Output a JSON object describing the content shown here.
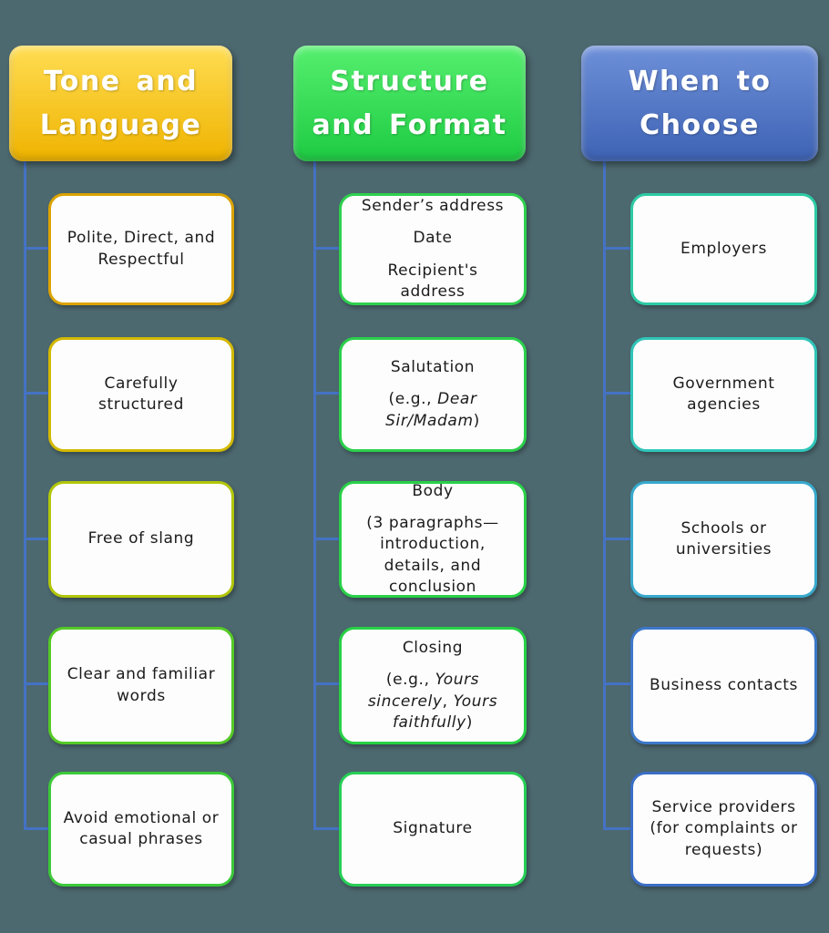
{
  "background": "#4d6970",
  "connector_color": "#4472c4",
  "columns": [
    {
      "id": "tone-and-language",
      "header": {
        "label": "Tone and Language",
        "gradient": {
          "top": "#ffdd52",
          "bottom": "#efb300"
        }
      },
      "items": [
        {
          "border_color": "#dba300",
          "paragraphs": [
            [
              {
                "text": "Polite, Direct, and Respectful"
              }
            ]
          ]
        },
        {
          "border_color": "#d2b900",
          "paragraphs": [
            [
              {
                "text": "Carefully structured"
              }
            ]
          ]
        },
        {
          "border_color": "#b2c60a",
          "paragraphs": [
            [
              {
                "text": "Free of slang"
              }
            ]
          ]
        },
        {
          "border_color": "#55ca26",
          "paragraphs": [
            [
              {
                "text": "Clear and familiar words"
              }
            ]
          ]
        },
        {
          "border_color": "#3cc93a",
          "paragraphs": [
            [
              {
                "text": "Avoid emotional or casual phrases"
              }
            ]
          ]
        }
      ]
    },
    {
      "id": "structure-and-format",
      "header": {
        "label": "Structure and Format",
        "gradient": {
          "top": "#55ef6e",
          "bottom": "#1ecb43"
        }
      },
      "items": [
        {
          "border_color": "#2ed04e",
          "paragraphs": [
            [
              {
                "text": "Sender’s address"
              }
            ],
            [
              {
                "text": "Date"
              }
            ],
            [
              {
                "text": "Recipient's address"
              }
            ]
          ]
        },
        {
          "border_color": "#2bd04b",
          "paragraphs": [
            [
              {
                "text": "Salutation"
              }
            ],
            [
              {
                "text": "(e.g., "
              },
              {
                "text": "Dear Sir/Madam",
                "italic": true
              },
              {
                "text": ")"
              }
            ]
          ]
        },
        {
          "border_color": "#29d148",
          "paragraphs": [
            [
              {
                "text": "Body"
              }
            ],
            [
              {
                "text": "(3 paragraphs—introduction, details, and conclusion"
              }
            ]
          ]
        },
        {
          "border_color": "#27d145",
          "paragraphs": [
            [
              {
                "text": "Closing"
              }
            ],
            [
              {
                "text": "(e.g., "
              },
              {
                "text": "Yours sincerely",
                "italic": true
              },
              {
                "text": ", "
              },
              {
                "text": "Yours faithfully",
                "italic": true
              },
              {
                "text": ")"
              }
            ]
          ]
        },
        {
          "border_color": "#26cf55",
          "paragraphs": [
            [
              {
                "text": "Signature"
              }
            ]
          ]
        }
      ]
    },
    {
      "id": "when-to-choose",
      "header": {
        "label": "When to Choose",
        "gradient": {
          "top": "#6e90d9",
          "bottom": "#3e63b4"
        }
      },
      "items": [
        {
          "border_color": "#2dcaa4",
          "paragraphs": [
            [
              {
                "text": "Employers"
              }
            ]
          ]
        },
        {
          "border_color": "#2fc5b8",
          "paragraphs": [
            [
              {
                "text": "Government agencies"
              }
            ]
          ]
        },
        {
          "border_color": "#38a9cc",
          "paragraphs": [
            [
              {
                "text": "Schools or universities"
              }
            ]
          ]
        },
        {
          "border_color": "#3d78ca",
          "paragraphs": [
            [
              {
                "text": "Business contacts"
              }
            ]
          ]
        },
        {
          "border_color": "#3b6ec6",
          "paragraphs": [
            [
              {
                "text": "Service providers (for complaints or requests)"
              }
            ]
          ]
        }
      ]
    }
  ]
}
